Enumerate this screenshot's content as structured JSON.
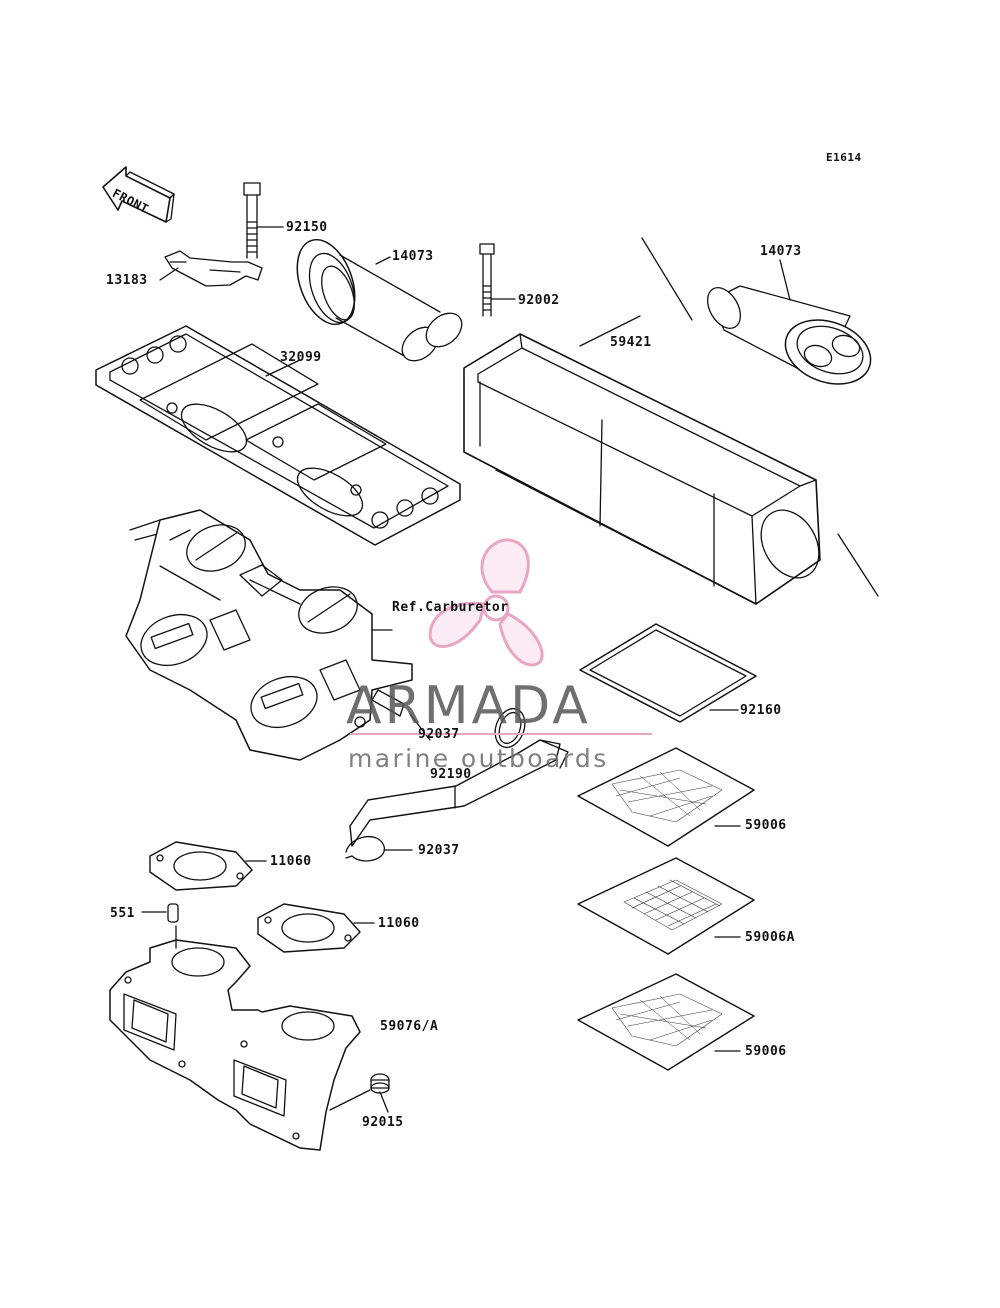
{
  "diagram_code": "E1614",
  "front_arrow_label": "FRONT",
  "watermark": {
    "title": "ARMADA",
    "subtitle": "marine outboards",
    "logo_color": "#e8a6c4",
    "line_color": "#e8a6c4"
  },
  "parts": {
    "p92150": "92150",
    "p13183": "13183",
    "p14073_left": "14073",
    "p14073_right": "14073",
    "p92002": "92002",
    "p59421": "59421",
    "p32099": "32099",
    "ref_carburetor": "Ref.Carburetor",
    "p92160": "92160",
    "p92037_top": "92037",
    "p92190": "92190",
    "p92037_bottom": "92037",
    "p59006_top": "59006",
    "p11060_top": "11060",
    "p11060_bottom": "11060",
    "p551": "551",
    "p59006A": "59006A",
    "p59076A": "59076/A",
    "p59006_bottom": "59006",
    "p92015": "92015"
  }
}
